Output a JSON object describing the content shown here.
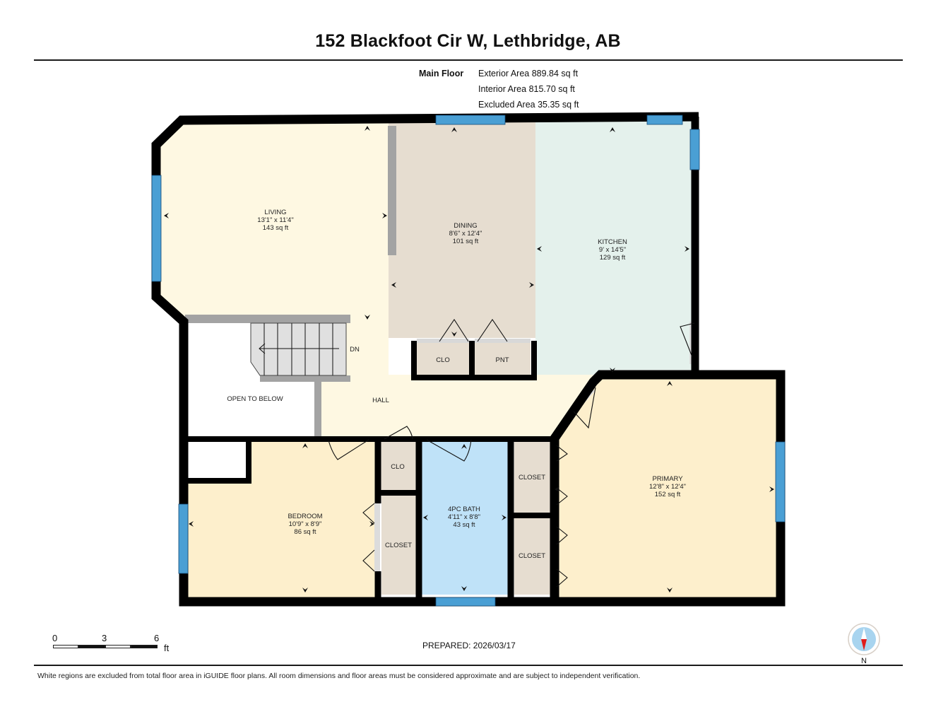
{
  "header": {
    "title": "152 Blackfoot Cir W, Lethbridge, AB"
  },
  "areas": {
    "floor_name": "Main Floor",
    "exterior": "Exterior Area 889.84 sq ft",
    "interior": "Interior Area 815.70 sq ft",
    "excluded": "Excluded Area 35.35 sq ft"
  },
  "rooms": {
    "living": {
      "name": "LIVING",
      "dims": "13'1\" x 11'4\"",
      "area": "143 sq ft"
    },
    "dining": {
      "name": "DINING",
      "dims": "8'6\" x 12'4\"",
      "area": "101 sq ft"
    },
    "kitchen": {
      "name": "KITCHEN",
      "dims": "9' x 14'5\"",
      "area": "129 sq ft"
    },
    "primary": {
      "name": "PRIMARY",
      "dims": "12'8\" x 12'4\"",
      "area": "152 sq ft"
    },
    "bedroom": {
      "name": "BEDROOM",
      "dims": "10'9\" x 8'9\"",
      "area": "86 sq ft"
    },
    "bath": {
      "name": "4PC BATH",
      "dims": "4'11\" x 8'8\"",
      "area": "43 sq ft"
    },
    "hall": {
      "name": "HALL"
    },
    "open_below": {
      "name": "OPEN TO BELOW"
    },
    "clo_upper": {
      "name": "CLO"
    },
    "pantry": {
      "name": "PNT"
    },
    "clo_lower": {
      "name": "CLO"
    },
    "closet_bedroom": {
      "name": "CLOSET"
    },
    "closet_primary_1": {
      "name": "CLOSET"
    },
    "closet_primary_2": {
      "name": "CLOSET"
    },
    "stairs": {
      "label": "DN"
    }
  },
  "colors": {
    "living": "#fef8e2",
    "dining": "#e6ddd0",
    "kitchen": "#e4f1ec",
    "bedroom": "#fdefcc",
    "bath": "#bfe2f8",
    "closet": "#e6ddd0",
    "wall": "#000000",
    "window": "#4a9fd4",
    "partition": "#a3a3a3"
  },
  "scale": {
    "ticks": [
      "0",
      "3",
      "6"
    ],
    "unit": "ft"
  },
  "prepared": "PREPARED: 2026/03/17",
  "compass": {
    "label": "N"
  },
  "disclaimer": "White regions are excluded from total floor area in iGUIDE floor plans. All room dimensions and floor areas must be considered approximate and are subject to independent verification."
}
